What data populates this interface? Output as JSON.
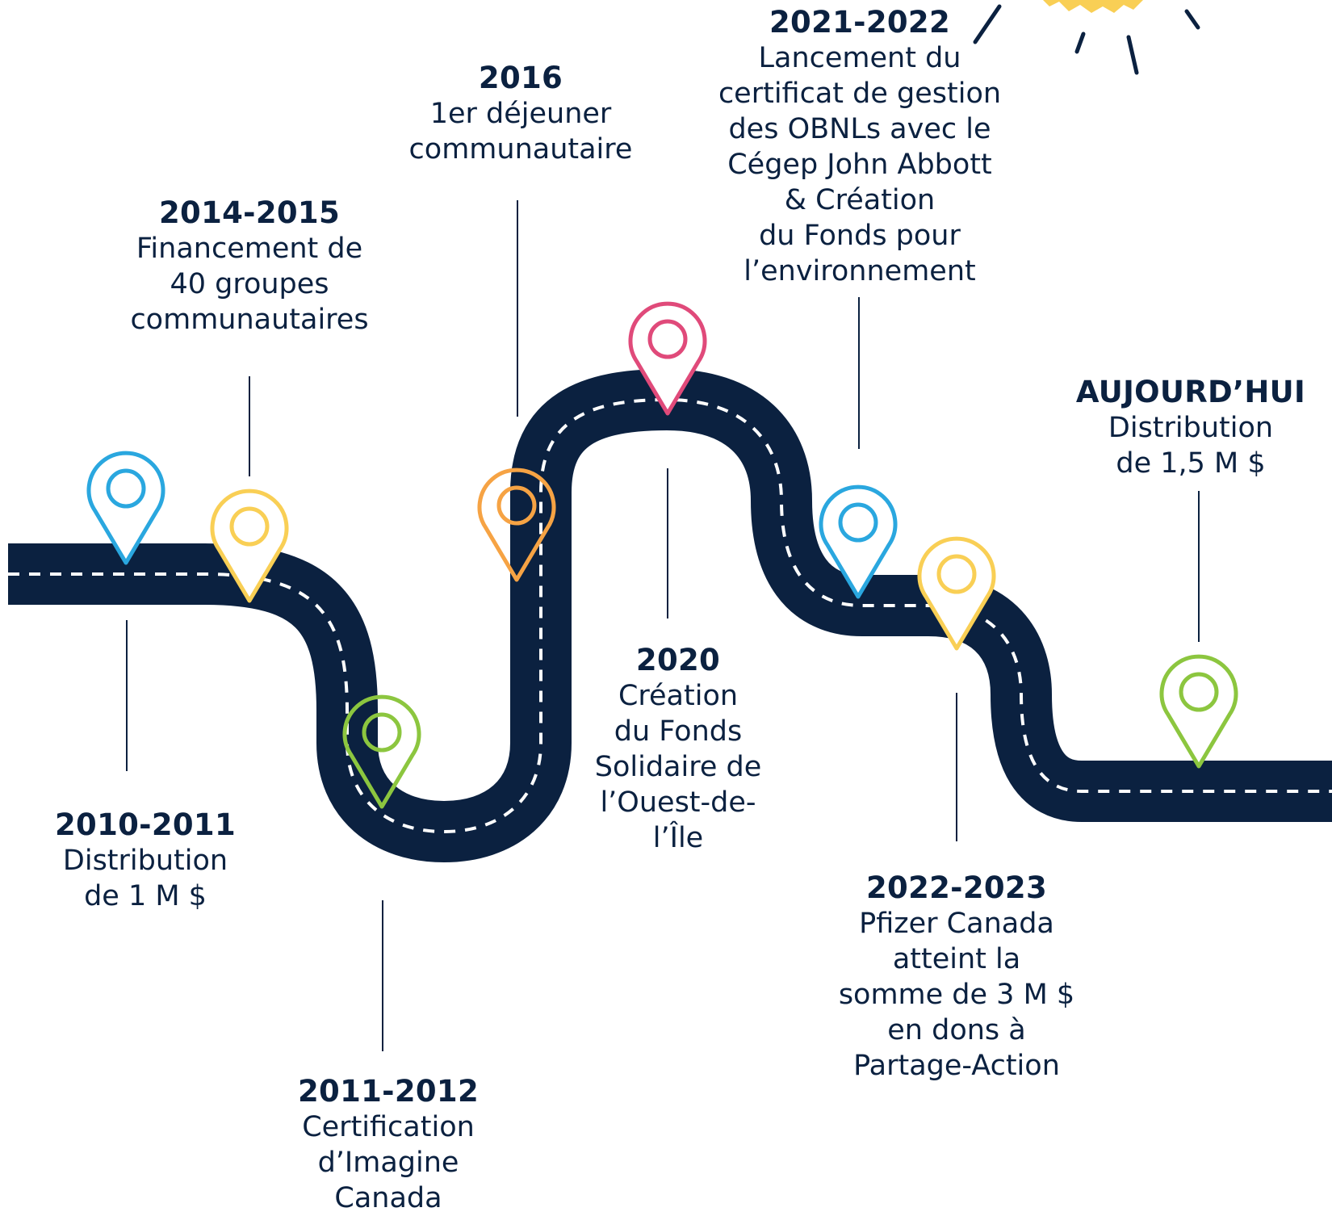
{
  "colors": {
    "road": "#0b2140",
    "dash": "#ffffff",
    "connector": "#0b2140",
    "sun": "#f9cf55",
    "text": "#0b2140"
  },
  "milestones": [
    {
      "year": "2010-2011",
      "desc": "Distribution\nde 1 M $",
      "pin_color": "#2aa7df"
    },
    {
      "year": "2014-2015",
      "desc": "Financement de\n40 groupes\ncommunautaires",
      "pin_color": "#f9cf55"
    },
    {
      "year": "2011-2012",
      "desc": "Certification\nd’Imagine\nCanada",
      "pin_color": "#8cc63f"
    },
    {
      "year": "2016",
      "desc": "1er déjeuner\ncommunautaire",
      "pin_color": "#f6a344"
    },
    {
      "year": "2020",
      "desc": "Création\ndu Fonds\nSolidaire de\nl’Ouest-de-\nl’Île",
      "pin_color": "#e04a7a"
    },
    {
      "year": "2021-2022",
      "desc": "Lancement du\ncertificat de gestion\ndes OBNLs avec le\nCégep John Abbott\n& Création\ndu Fonds pour\nl’environnement",
      "pin_color": "#2aa7df"
    },
    {
      "year": "2022-2023",
      "desc": "Pfizer Canada\natteint la\nsomme de 3 M $\nen dons à\nPartage-Action",
      "pin_color": "#f9cf55"
    },
    {
      "year": "AUJOURD’HUI",
      "desc": "Distribution\nde 1,5 M $",
      "pin_color": "#8cc63f"
    }
  ]
}
